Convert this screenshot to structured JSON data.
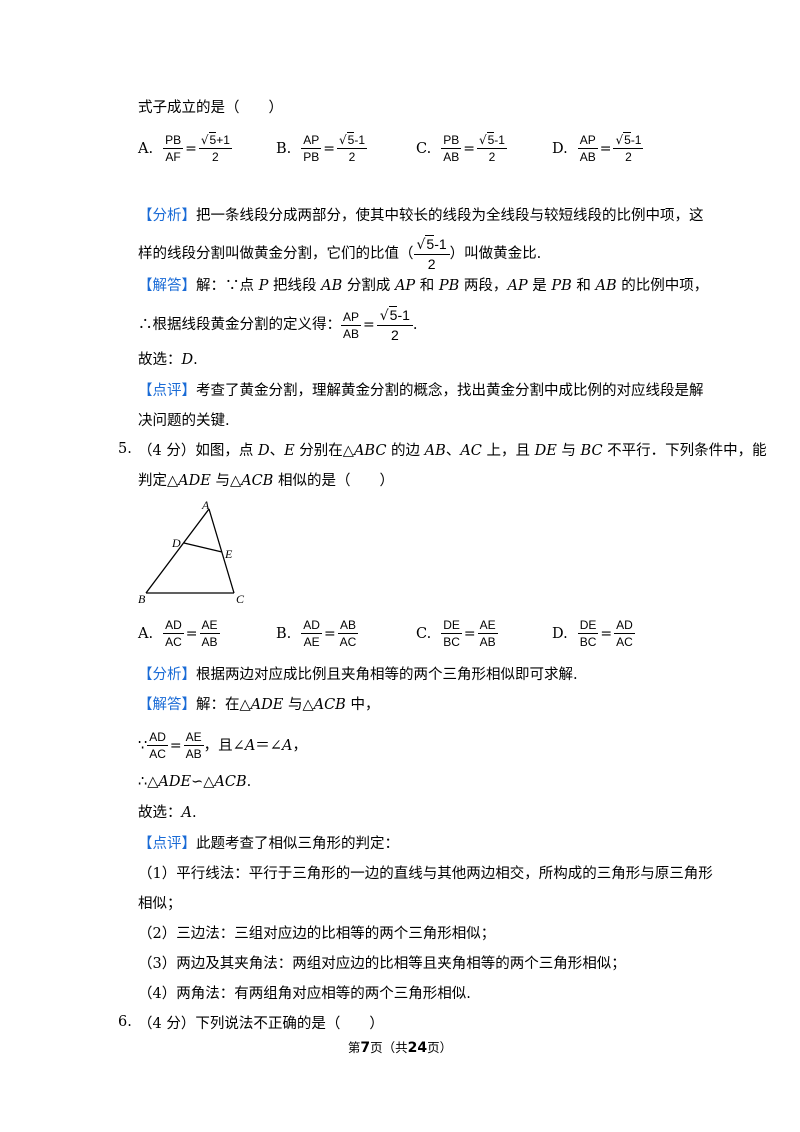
{
  "q4_intro": "式子成立的是（　　）",
  "q4_options": [
    {
      "label": "A.",
      "lnum": "PB",
      "lden": "AF",
      "rnum_sqrt": "5",
      "rnum_tail": "+1",
      "rden": "2"
    },
    {
      "label": "B.",
      "lnum": "AP",
      "lden": "PB",
      "rnum_sqrt": "5",
      "rnum_tail": "-1",
      "rden": "2"
    },
    {
      "label": "C.",
      "lnum": "PB",
      "lden": "AB",
      "rnum_sqrt": "5",
      "rnum_tail": "-1",
      "rden": "2"
    },
    {
      "label": "D.",
      "lnum": "AP",
      "lden": "AB",
      "rnum_sqrt": "5",
      "rnum_tail": "-1",
      "rden": "2"
    }
  ],
  "q4_analysis_tag": "【分析】",
  "q4_analysis_1": "把一条线段分成两部分，使其中较长的线段为全线段与较短线段的比例中项，这",
  "q4_analysis_2a": "样的线段分割叫做黄金分割，它们的比值（",
  "q4_analysis_2b": "）叫做黄金比.",
  "q4_ratio": {
    "sqrt": "5",
    "tail": "-1",
    "den": "2"
  },
  "q4_answer_tag": "【解答】",
  "q4_answer_1": {
    "p1": "解：∵点 ",
    "P": "P",
    "p2": " 把线段 ",
    "AB": "AB",
    "p3": " 分割成 ",
    "AP": "AP",
    "p4": " 和 ",
    "PB": "PB",
    "p5": " 两段，",
    "AP2": "AP",
    "p6": " 是 ",
    "PB2": "PB",
    "p7": " 和 ",
    "AB2": "AB",
    "p8": " 的比例中项，"
  },
  "q4_answer_2a": "∴根据线段黄金分割的定义得：",
  "q4_answer_2_frac": {
    "num": "AP",
    "den": "AB",
    "sqrt": "5",
    "tail": "-1",
    "rden": "2"
  },
  "q4_answer_2b": ".",
  "q4_choose": "故选：",
  "q4_choose_ans": "D",
  "q4_choose_end": ".",
  "q4_comment_tag": "【点评】",
  "q4_comment_1": "考查了黄金分割，理解黄金分割的概念，找出黄金分割中成比例的对应线段是解",
  "q4_comment_2": "决问题的关键.",
  "q5_num": "5.",
  "q5_line1": {
    "a": "（4 分）如图，点 ",
    "D": "D",
    "b": "、",
    "E": "E",
    "c": " 分别在△",
    "ABC": "ABC",
    "d": " 的边 ",
    "AB": "AB",
    "e": "、",
    "AC": "AC",
    "f": " 上，且 ",
    "DE": "DE",
    "g": " 与 ",
    "BC": "BC",
    "h": " 不平行．下列条件中，能"
  },
  "q5_line2": {
    "a": "判定△",
    "ADE": "ADE",
    "b": " 与△",
    "ACB": "ACB",
    "c": " 相似的是（　　）"
  },
  "figure_labels": {
    "A": "A",
    "B": "B",
    "C": "C",
    "D": "D",
    "E": "E"
  },
  "q5_options": [
    {
      "label": "A.",
      "lnum": "AD",
      "lden": "AC",
      "rnum": "AE",
      "rden": "AB"
    },
    {
      "label": "B.",
      "lnum": "AD",
      "lden": "AE",
      "rnum": "AB",
      "rden": "AC"
    },
    {
      "label": "C.",
      "lnum": "DE",
      "lden": "BC",
      "rnum": "AE",
      "rden": "AB"
    },
    {
      "label": "D.",
      "lnum": "DE",
      "lden": "BC",
      "rnum": "AD",
      "rden": "AC"
    }
  ],
  "q5_analysis_tag": "【分析】",
  "q5_analysis": "根据两边对应成比例且夹角相等的两个三角形相似即可求解.",
  "q5_answer_tag": "【解答】",
  "q5_answer_1": {
    "a": "解：在△",
    "ADE": "ADE",
    "b": " 与△",
    "ACB": "ACB",
    "c": " 中，"
  },
  "q5_answer_2": {
    "because": "∵",
    "lnum": "AD",
    "lden": "AC",
    "rnum": "AE",
    "rden": "AB",
    "a": "，且∠",
    "A1": "A",
    "b": "＝∠",
    "A2": "A",
    "c": "，"
  },
  "q5_answer_3": {
    "a": "∴△",
    "ADE": "ADE",
    "b": "∽△",
    "ACB": "ACB",
    "c": "."
  },
  "q5_choose": "故选：",
  "q5_choose_ans": "A",
  "q5_choose_end": ".",
  "q5_comment_tag": "【点评】",
  "q5_comment": "此题考查了相似三角形的判定：",
  "q5_methods": [
    "（1）平行线法：平行于三角形的一边的直线与其他两边相交，所构成的三角形与原三角形",
    "相似；",
    "（2）三边法：三组对应边的比相等的两个三角形相似；",
    "（3）两边及其夹角法：两组对应边的比相等且夹角相等的两个三角形相似；",
    "（4）两角法：有两组角对应相等的两个三角形相似."
  ],
  "q6_num": "6.",
  "q6_text": "（4 分）下列说法不正确的是（　　）",
  "footer": {
    "a": "第",
    "page": "7",
    "b": "页（共",
    "total": "24",
    "c": "页）"
  }
}
